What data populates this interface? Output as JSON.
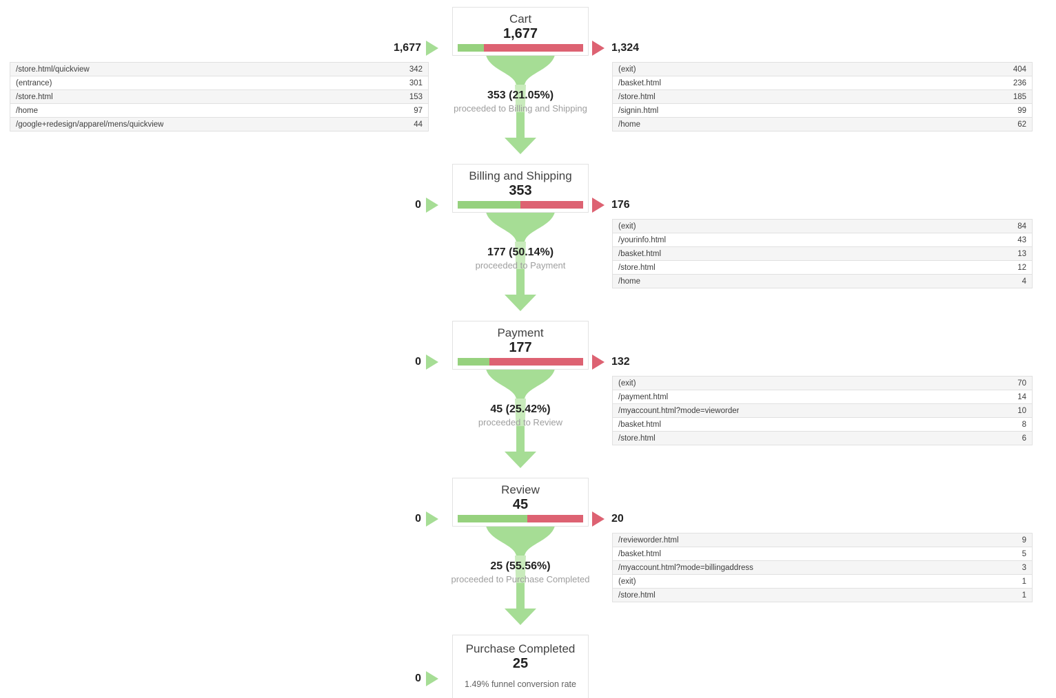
{
  "colors": {
    "bar_green": "#96D17E",
    "bar_red": "#DD6272",
    "funnel_green": "#A6DD95",
    "funnel_light": "#C9EBBC"
  },
  "chart_data": {
    "type": "funnel",
    "title": "Goal funnel visualization",
    "stages": [
      {
        "title": "Cart",
        "value": "1,677",
        "entered": "1,677",
        "exited": "1,324",
        "proceed_pct": 21.05,
        "transition": {
          "headline": "353 (21.05%)",
          "subtext": "proceeded to Billing and Shipping"
        },
        "entrances": [
          {
            "page": "/store.html/quickview",
            "count": "342"
          },
          {
            "page": "(entrance)",
            "count": "301"
          },
          {
            "page": "/store.html",
            "count": "153"
          },
          {
            "page": "/home",
            "count": "97"
          },
          {
            "page": "/google+redesign/apparel/mens/quickview",
            "count": "44"
          }
        ],
        "exits": [
          {
            "page": "(exit)",
            "count": "404"
          },
          {
            "page": "/basket.html",
            "count": "236"
          },
          {
            "page": "/store.html",
            "count": "185"
          },
          {
            "page": "/signin.html",
            "count": "99"
          },
          {
            "page": "/home",
            "count": "62"
          }
        ]
      },
      {
        "title": "Billing and Shipping",
        "value": "353",
        "entered": "0",
        "exited": "176",
        "proceed_pct": 50.14,
        "transition": {
          "headline": "177 (50.14%)",
          "subtext": "proceeded to Payment"
        },
        "exits": [
          {
            "page": "(exit)",
            "count": "84"
          },
          {
            "page": "/yourinfo.html",
            "count": "43"
          },
          {
            "page": "/basket.html",
            "count": "13"
          },
          {
            "page": "/store.html",
            "count": "12"
          },
          {
            "page": "/home",
            "count": "4"
          }
        ]
      },
      {
        "title": "Payment",
        "value": "177",
        "entered": "0",
        "exited": "132",
        "proceed_pct": 25.42,
        "transition": {
          "headline": "45 (25.42%)",
          "subtext": "proceeded to Review"
        },
        "exits": [
          {
            "page": "(exit)",
            "count": "70"
          },
          {
            "page": "/payment.html",
            "count": "14"
          },
          {
            "page": "/myaccount.html?mode=vieworder",
            "count": "10"
          },
          {
            "page": "/basket.html",
            "count": "8"
          },
          {
            "page": "/store.html",
            "count": "6"
          }
        ]
      },
      {
        "title": "Review",
        "value": "45",
        "entered": "0",
        "exited": "20",
        "proceed_pct": 55.56,
        "transition": {
          "headline": "25 (55.56%)",
          "subtext": "proceeded to Purchase Completed"
        },
        "exits": [
          {
            "page": "/revieworder.html",
            "count": "9"
          },
          {
            "page": "/basket.html",
            "count": "5"
          },
          {
            "page": "/myaccount.html?mode=billingaddress",
            "count": "3"
          },
          {
            "page": "(exit)",
            "count": "1"
          },
          {
            "page": "/store.html",
            "count": "1"
          }
        ]
      },
      {
        "title": "Purchase Completed",
        "value": "25",
        "entered": "0",
        "conversion_note": "1.49% funnel conversion rate"
      }
    ]
  }
}
